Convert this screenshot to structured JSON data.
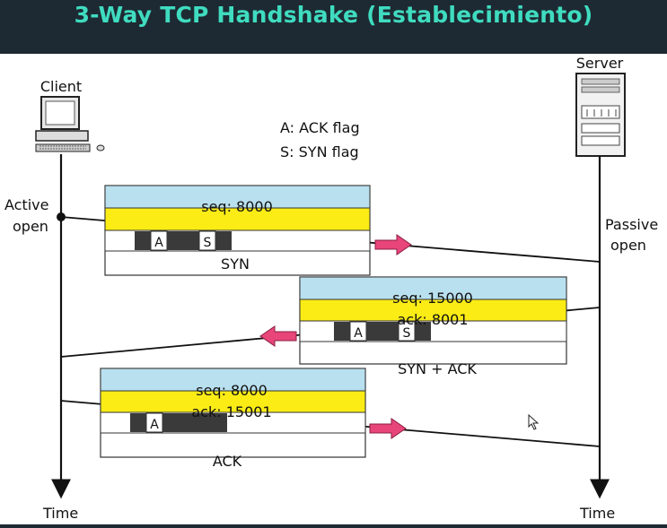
{
  "title": "3-Way TCP Handshake (Establecimiento)",
  "client_label": "Client",
  "server_label": "Server",
  "legend": {
    "a": "A: ACK flag",
    "s": "S: SYN flag"
  },
  "left_labels": {
    "active_1": "Active",
    "active_2": "open",
    "time": "Time"
  },
  "right_labels": {
    "passive_1": "Passive",
    "passive_2": "open",
    "time": "Time"
  },
  "segments": [
    {
      "seq": "seq: 8000",
      "ack": "",
      "flags": [
        "A",
        "S"
      ],
      "label": "SYN"
    },
    {
      "seq": "seq: 15000",
      "ack": "ack: 8001",
      "flags": [
        "A",
        "S"
      ],
      "label": "SYN + ACK"
    },
    {
      "seq": "seq: 8000",
      "ack": "ack: 15001",
      "flags": [
        "A"
      ],
      "label": "ACK"
    }
  ],
  "colors": {
    "seq_band": "#b9e0ef",
    "ack_band": "#fbec16",
    "flag_dark": "#3a3a3a",
    "arrow": "#e8457a",
    "title": "#3fdcc0"
  }
}
